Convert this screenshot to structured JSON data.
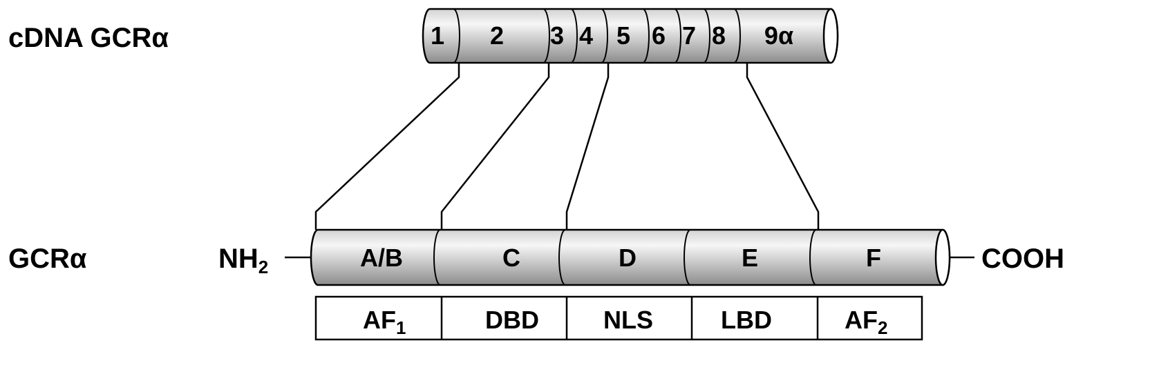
{
  "labels": {
    "cdna_title": "cDNA GCRα",
    "protein_title": "GCRα",
    "n_terminus": "NH",
    "n_terminus_sub": "2",
    "c_terminus": "COOH"
  },
  "exons": [
    "1",
    "2",
    "3",
    "4",
    "5",
    "6",
    "7",
    "8",
    "9α"
  ],
  "domains": [
    "A/B",
    "C",
    "D",
    "E",
    "F"
  ],
  "functions": [
    {
      "text": "AF",
      "sub": "1"
    },
    {
      "text": "DBD",
      "sub": ""
    },
    {
      "text": "NLS",
      "sub": ""
    },
    {
      "text": "LBD",
      "sub": ""
    },
    {
      "text": "AF",
      "sub": "2"
    }
  ],
  "colors": {
    "cylinder_light": "#f4f4f4",
    "cylinder_dark": "#8c8c8c",
    "stroke": "#000000"
  }
}
